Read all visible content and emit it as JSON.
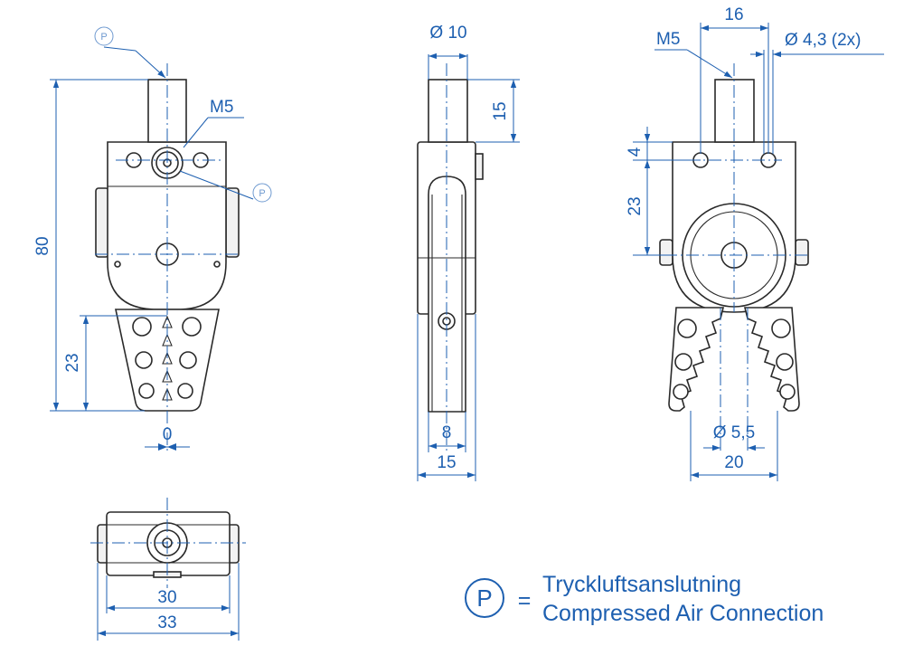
{
  "dimensions": {
    "front": {
      "height_total": "80",
      "jaw_height": "23",
      "jaw_offset": "0",
      "thread": "M5",
      "air_tag_top": "P",
      "air_tag_side": "P"
    },
    "side": {
      "pin_diameter": "Ø 10",
      "pin_length": "15",
      "jaw_width": "8",
      "body_width": "15"
    },
    "back": {
      "hole_spacing": "16",
      "hole_diameter": "Ø 4,3 (2x)",
      "thread": "M5",
      "hole_offset": "4",
      "center_distance": "23",
      "jaw_hole_diameter": "Ø 5,5",
      "jaw_spread": "20"
    },
    "bottom": {
      "inner_width": "30",
      "outer_width": "33"
    }
  },
  "legend": {
    "symbol": "P",
    "equals": "=",
    "line1": "Tryckluftsanslutning",
    "line2": "Compressed Air Connection"
  },
  "colors": {
    "dimension": "#1d5fb0",
    "outline": "#2a2a2a",
    "tag": "#6f9ad0"
  }
}
